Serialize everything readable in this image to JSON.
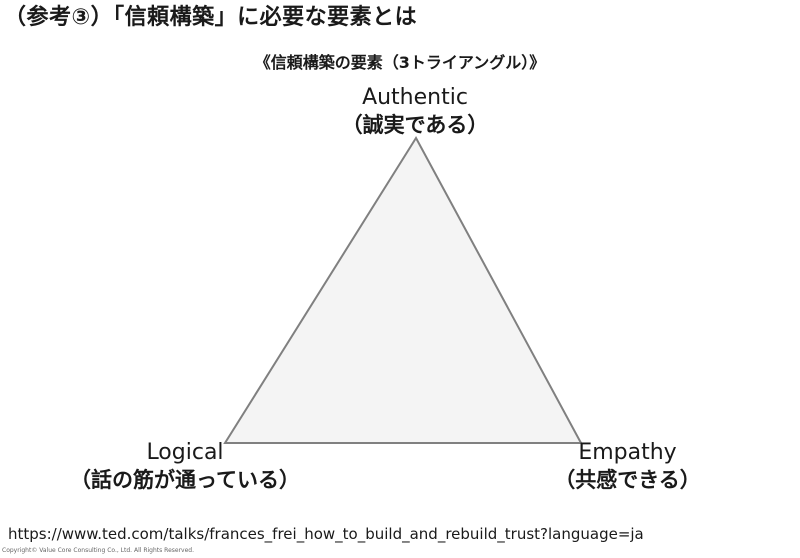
{
  "slide": {
    "title": "（参考③）「信頼構築」に必要な要素とは"
  },
  "diagram": {
    "heading": "《信頼構築の要素（3トライアングル）》",
    "fill_color": "#f4f4f4",
    "stroke_color": "#808080",
    "vertices": {
      "top": {
        "label": "Authentic",
        "sublabel": "（誠実である）"
      },
      "left": {
        "label": "Logical",
        "sublabel": "（話の筋が通っている）"
      },
      "right": {
        "label": "Empathy",
        "sublabel": "（共感できる）"
      }
    }
  },
  "footer": {
    "source_url": "https://www.ted.com/talks/frances_frei_how_to_build_and_rebuild_trust?language=ja",
    "copyright": "Copyright© Value Core Consulting Co., Ltd.  All Rights Reserved."
  }
}
